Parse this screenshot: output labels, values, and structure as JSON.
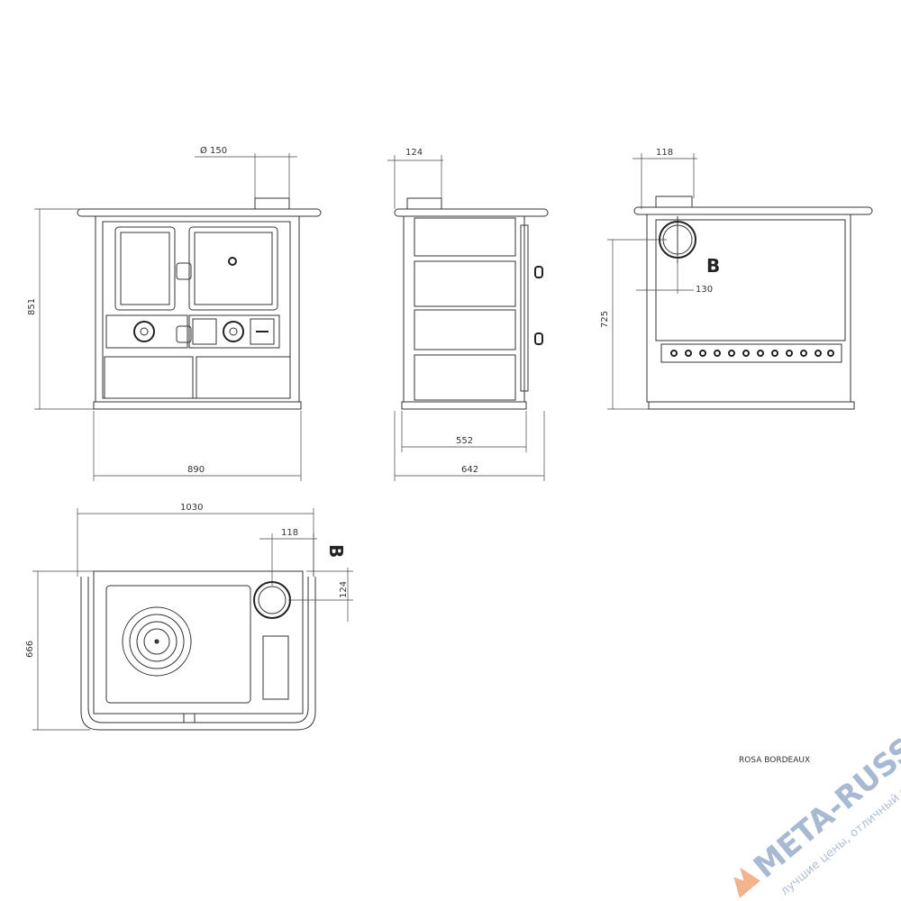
{
  "front_view": {
    "flue_diameter": "Ø 150",
    "height": "851",
    "width": "890"
  },
  "side_view": {
    "flue_offset": "124",
    "depth_inner": "552",
    "depth_total": "642"
  },
  "rear_view": {
    "flue_offset": "118",
    "flue_height_offset": "130",
    "flue_height": "725",
    "section_mark": "B"
  },
  "top_view": {
    "width": "1030",
    "flue_offset": "118",
    "flue_depth_offset": "124",
    "depth": "666",
    "section_mark": "B"
  },
  "model_label": "ROSA BORDEAUX",
  "watermark": {
    "brand": "META-RUSSIA.RU",
    "slogan": "лучшие цены, отличный сервис!",
    "colors": {
      "blue": "#8aa3c4",
      "orange": "#f0a070"
    }
  }
}
